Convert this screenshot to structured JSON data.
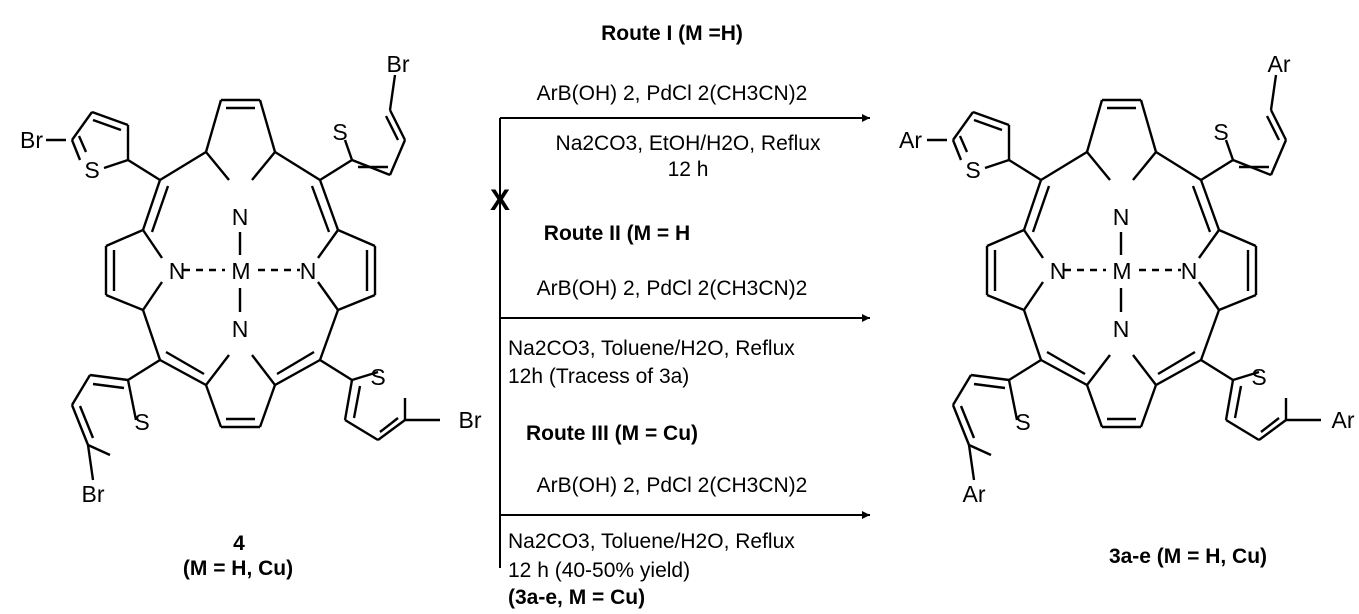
{
  "routes": {
    "route1": {
      "title": "Route I (M =H)",
      "line1": "ArB(OH) 2, PdCl 2(CH3CN)2",
      "line2": "Na2CO3, EtOH/H2O, Reflux",
      "line3": "12 h",
      "blocked_mark": "X"
    },
    "route2": {
      "title": "Route II (M = H",
      "line1": "ArB(OH) 2, PdCl 2(CH3CN)2",
      "line2": "Na2CO3, Toluene/H2O, Reflux",
      "line3": "12h (Tracess of 3a)"
    },
    "route3": {
      "title": "Route III (M = Cu)",
      "line1": "ArB(OH) 2, PdCl 2(CH3CN)2",
      "line2": "Na2CO3, Toluene/H2O, Reflux",
      "line3": "12 h (40-50% yield)",
      "line4": "(3a-e, M = Cu)"
    }
  },
  "reactant": {
    "number": "4",
    "label": "(M = H, Cu)",
    "substituent": "Br"
  },
  "product": {
    "label": "3a-e (M = H, Cu)",
    "substituent": "Ar"
  },
  "atoms": {
    "N": "N",
    "S": "S",
    "M": "M"
  }
}
